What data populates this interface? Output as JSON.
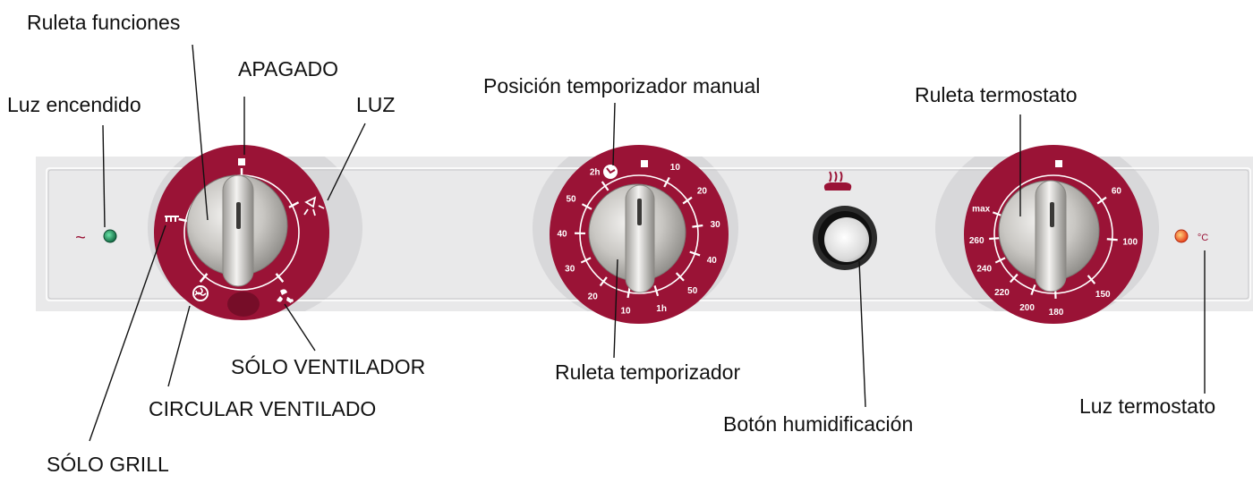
{
  "labels": {
    "ruleta_funciones": "Ruleta funciones",
    "apagado": "APAGADO",
    "luz_encendido": "Luz encendido",
    "luz": "LUZ",
    "posicion_temporizador_manual": "Posición temporizador manual",
    "ruleta_termostato": "Ruleta termostato",
    "solo_ventilador": "SÓLO VENTILADOR",
    "circular_ventilado": "CIRCULAR VENTILADO",
    "solo_grill": "SÓLO GRILL",
    "ruleta_temporizador": "Ruleta temporizador",
    "boton_humidificacion": "Botón humidificación",
    "luz_termostato": "Luz termostato"
  },
  "panel": {
    "power_symbol": "~",
    "thermostat_unit": "°C"
  },
  "timer_scale": [
    "10",
    "20",
    "30",
    "40",
    "50",
    "1h",
    "10",
    "20",
    "30",
    "40",
    "50",
    "2h"
  ],
  "thermostat_scale": [
    "60",
    "100",
    "150",
    "180",
    "200",
    "220",
    "240",
    "260",
    "max"
  ],
  "colors": {
    "accent": "#9a1336",
    "panel": "#e9e9ea",
    "power_light": "#1e8a5a",
    "thermostat_light": "#e8401c"
  },
  "icons": [
    "off-square-icon",
    "light-bulb-icon",
    "grill-icon",
    "convection-fan-icon",
    "fan-only-icon",
    "manual-timer-icon",
    "steam-icon"
  ]
}
